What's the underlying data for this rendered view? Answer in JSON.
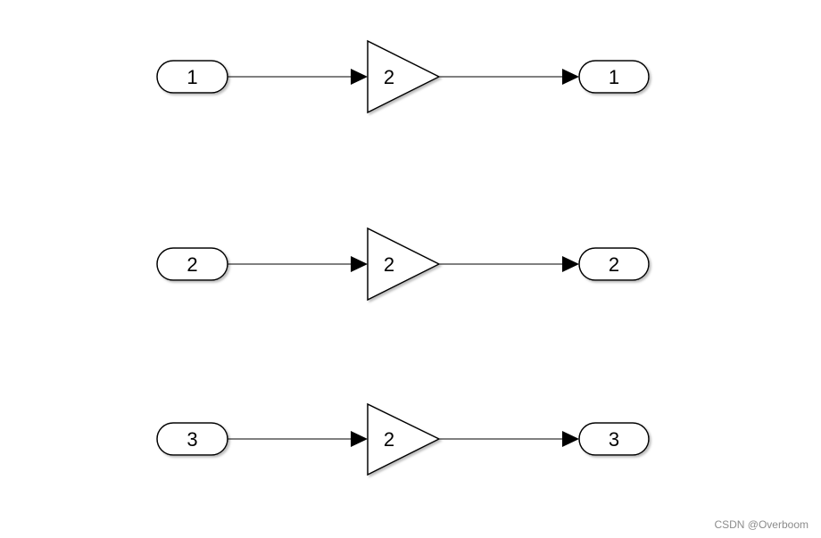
{
  "diagram": {
    "rows": [
      {
        "inport": "1",
        "gain": "2",
        "outport": "1"
      },
      {
        "inport": "2",
        "gain": "2",
        "outport": "2"
      },
      {
        "inport": "3",
        "gain": "2",
        "outport": "3"
      }
    ]
  },
  "watermark": "CSDN @Overboom",
  "colors": {
    "stroke": "#000000",
    "fill": "#ffffff",
    "shadow": "#b5b5b5",
    "watermark": "#8c8c8c"
  }
}
